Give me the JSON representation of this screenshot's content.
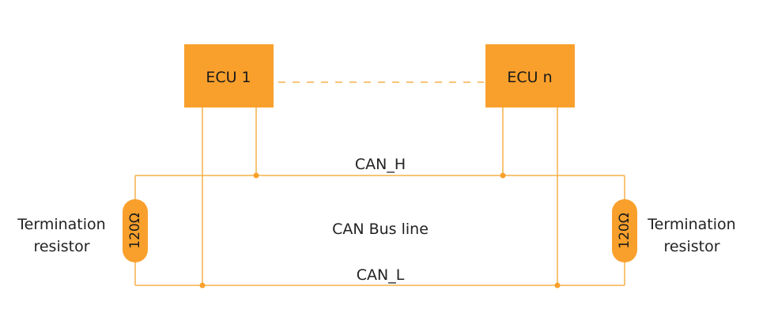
{
  "diagram": {
    "colors": {
      "accent": "#f9a02c",
      "wire": "#f5b04a",
      "text": "#222222"
    },
    "ecu_left": {
      "label": "ECU 1"
    },
    "ecu_right": {
      "label": "ECU n"
    },
    "can_h": {
      "label": "CAN_H"
    },
    "can_l": {
      "label": "CAN_L"
    },
    "bus": {
      "label": "CAN Bus line"
    },
    "resistor_left": {
      "value": "120Ω",
      "label_line1": "Termination",
      "label_line2": "resistor"
    },
    "resistor_right": {
      "value": "120Ω",
      "label_line1": "Termination",
      "label_line2": "resistor"
    }
  }
}
